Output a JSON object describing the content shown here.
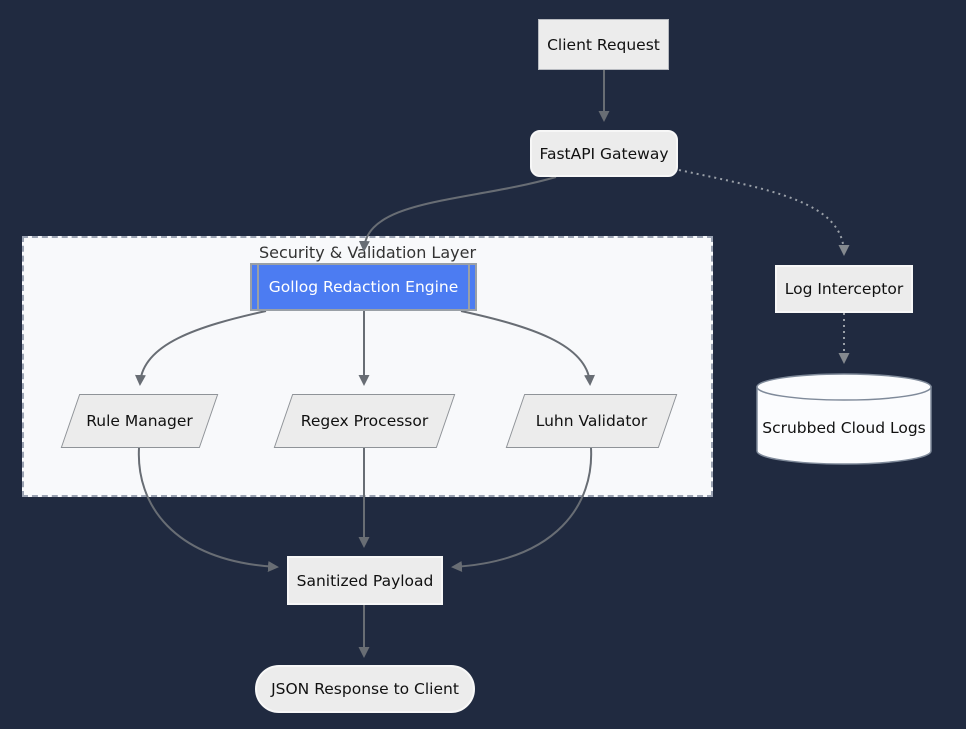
{
  "diagram": {
    "cluster": {
      "title": "Security & Validation Layer"
    },
    "nodes": {
      "client_request": {
        "label": "Client Request",
        "shape": "rect"
      },
      "fastapi_gateway": {
        "label": "FastAPI Gateway",
        "shape": "rounded"
      },
      "gollog_engine": {
        "label": "Gollog Redaction Engine",
        "shape": "subroutine"
      },
      "rule_manager": {
        "label": "Rule Manager",
        "shape": "parallelogram"
      },
      "regex_processor": {
        "label": "Regex Processor",
        "shape": "parallelogram"
      },
      "luhn_validator": {
        "label": "Luhn Validator",
        "shape": "parallelogram"
      },
      "sanitized_payload": {
        "label": "Sanitized Payload",
        "shape": "rect"
      },
      "json_response": {
        "label": "JSON Response to Client",
        "shape": "stadium"
      },
      "log_interceptor": {
        "label": "Log Interceptor",
        "shape": "rect"
      },
      "scrubbed_logs": {
        "label": "Scrubbed Cloud Logs",
        "shape": "cylinder"
      }
    },
    "edges": [
      {
        "from": "client_request",
        "to": "fastapi_gateway",
        "style": "solid"
      },
      {
        "from": "fastapi_gateway",
        "to": "gollog_engine",
        "style": "solid"
      },
      {
        "from": "fastapi_gateway",
        "to": "log_interceptor",
        "style": "dotted"
      },
      {
        "from": "gollog_engine",
        "to": "rule_manager",
        "style": "solid"
      },
      {
        "from": "gollog_engine",
        "to": "regex_processor",
        "style": "solid"
      },
      {
        "from": "gollog_engine",
        "to": "luhn_validator",
        "style": "solid"
      },
      {
        "from": "rule_manager",
        "to": "sanitized_payload",
        "style": "solid"
      },
      {
        "from": "regex_processor",
        "to": "sanitized_payload",
        "style": "solid"
      },
      {
        "from": "luhn_validator",
        "to": "sanitized_payload",
        "style": "solid"
      },
      {
        "from": "sanitized_payload",
        "to": "json_response",
        "style": "solid"
      },
      {
        "from": "log_interceptor",
        "to": "scrubbed_logs",
        "style": "dotted"
      }
    ],
    "colors": {
      "background": "#202a40",
      "cluster_fill": "#f8f9fb",
      "node_fill": "#ececec",
      "accent_node_fill": "#4c7cf2",
      "edge": "#686d74",
      "dotted_edge": "#9aa0a8",
      "cylinder_fill": "#fbfcfe"
    }
  }
}
